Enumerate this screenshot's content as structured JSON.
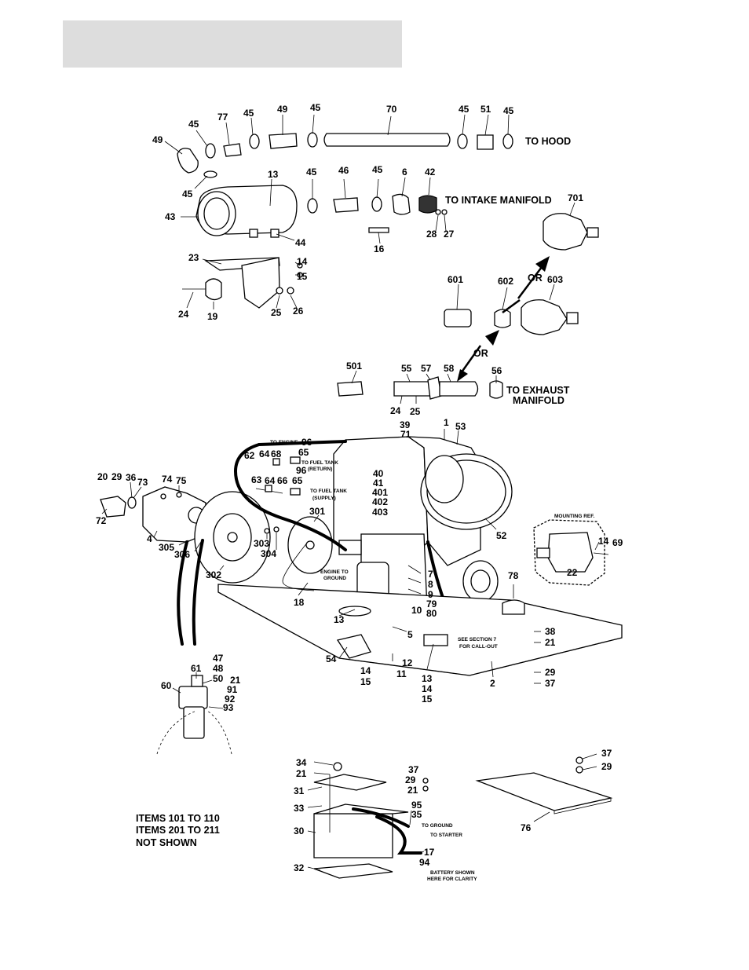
{
  "header": {
    "bg": "#dddddd"
  },
  "labels": {
    "to_hood": "TO HOOD",
    "to_intake": "TO INTAKE MANIFOLD",
    "to_exhaust_1": "TO EXHAUST",
    "to_exhaust_2": "MANIFOLD",
    "or_1": "OR",
    "or_2": "OR",
    "to_engine": "TO ENGINE",
    "fuel_return_1": "TO FUEL TANK",
    "fuel_return_2": "(RETURN)",
    "fuel_supply_1": "TO FUEL TANK",
    "fuel_supply_2": "(SUPPLY)",
    "engine_ground_1": "ENGINE TO",
    "engine_ground_2": "GROUND",
    "mounting_ref": "MOUNTING REF.",
    "see_section_1": "SEE SECTION 7",
    "see_section_2": "FOR CALL-OUT",
    "to_ground": "TO GROUND",
    "to_starter": "TO STARTER",
    "battery_1": "BATTERY SHOWN",
    "battery_2": "HERE FOR CLARITY"
  },
  "notes": [
    "ITEMS 101 TO 110",
    "ITEMS 201 TO 211",
    "NOT SHOWN"
  ],
  "callouts": {
    "c49a": "49",
    "c45a": "45",
    "c77": "77",
    "c45b": "45",
    "c49b": "49",
    "c45c": "45",
    "c70": "70",
    "c45d": "45",
    "c51": "51",
    "c45e": "45",
    "c45f": "45",
    "c13a": "13",
    "c45g": "45",
    "c46": "46",
    "c45h": "45",
    "c6": "6",
    "c42": "42",
    "c43": "43",
    "c44": "44",
    "c28": "28",
    "c27": "27",
    "c16": "16",
    "c701": "701",
    "c23": "23",
    "c14a": "14",
    "c15a": "15",
    "c24a": "24",
    "c19": "19",
    "c25a": "25",
    "c26": "26",
    "c601": "601",
    "c602": "602",
    "c603": "603",
    "c501": "501",
    "c55": "55",
    "c57": "57",
    "c58": "58",
    "c56": "56",
    "c24b": "24",
    "c25b": "25",
    "c39": "39",
    "c71": "71",
    "c1": "1",
    "c53": "53",
    "c96a": "96",
    "c62": "62",
    "c64a": "64",
    "c68": "68",
    "c65a": "65",
    "c96b": "96",
    "c63": "63",
    "c64b": "64",
    "c66": "66",
    "c65b": "65",
    "c40": "40",
    "c41": "41",
    "c401": "401",
    "c402": "402",
    "c403": "403",
    "c20": "20",
    "c29a": "29",
    "c36": "36",
    "c73": "73",
    "c74": "74",
    "c75": "75",
    "c72": "72",
    "c4": "4",
    "c305": "305",
    "c306": "306",
    "c302": "302",
    "c301": "301",
    "c303": "303",
    "c304": "304",
    "c52": "52",
    "c14b": "14",
    "c69": "69",
    "c22": "22",
    "c7": "7",
    "c8": "8",
    "c9": "9",
    "c79": "79",
    "c80": "80",
    "c10": "10",
    "c18": "18",
    "c13b": "13",
    "c5": "5",
    "c78": "78",
    "c38": "38",
    "c21a": "21",
    "c54": "54",
    "c12": "12",
    "c11": "11",
    "c14c": "14",
    "c15c": "15",
    "c13c": "13",
    "c14d": "14",
    "c15d": "15",
    "c2": "2",
    "c29b": "29",
    "c37a": "37",
    "c47": "47",
    "c48": "48",
    "c61": "61",
    "c50": "50",
    "c21b": "21",
    "c91": "91",
    "c92": "92",
    "c60": "60",
    "c93": "93",
    "c34": "34",
    "c21c": "21",
    "c31": "31",
    "c33": "33",
    "c30": "30",
    "c32": "32",
    "c37b": "37",
    "c29c": "29",
    "c21d": "21",
    "c95": "95",
    "c35": "35",
    "c17": "17",
    "c94": "94",
    "c37c": "37",
    "c29d": "29",
    "c76": "76"
  }
}
